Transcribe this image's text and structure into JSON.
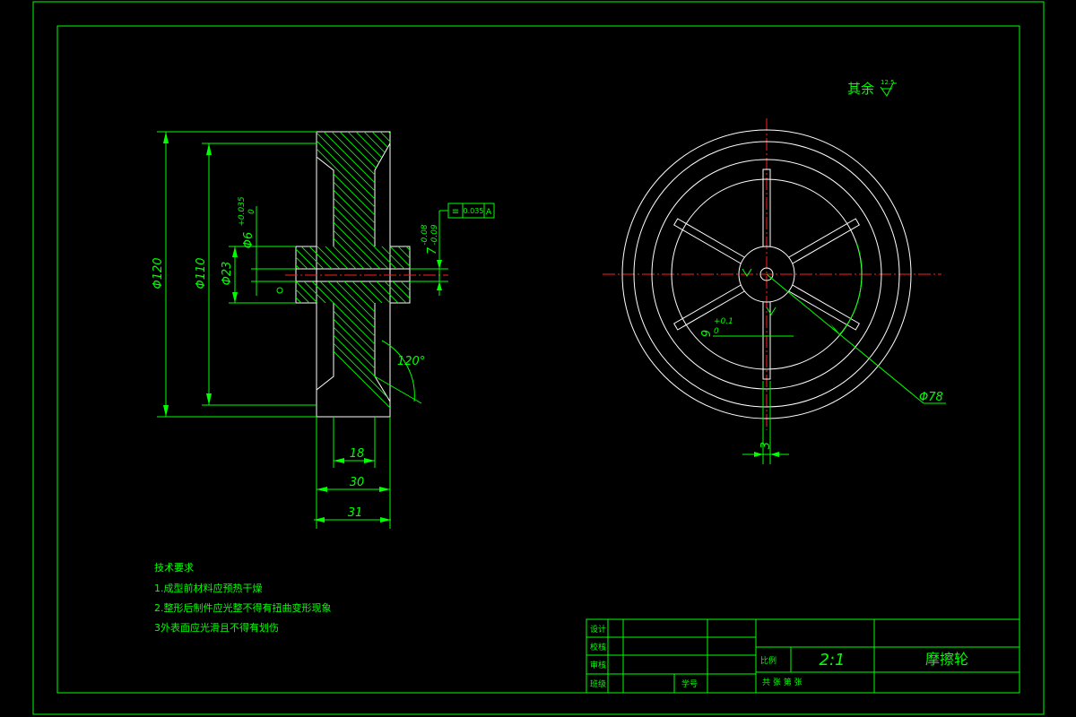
{
  "drawing_title": "摩擦轮",
  "scale": "2:1",
  "scale_label": "比例",
  "roughness_note": {
    "text": "其余",
    "value": "12.5"
  },
  "tech_requirements": {
    "heading": "技术要求",
    "items": [
      "1.成型前材料应预热干燥",
      "2.整形后制件应光整不得有扭曲变形现象",
      "3外表面应光滑且不得有划伤"
    ]
  },
  "title_block": {
    "rows": [
      "设计",
      "校核",
      "审核",
      "班级"
    ],
    "student_no_label": "学号",
    "sheet_text": "共  张  第  张"
  },
  "dimensions": {
    "d120": "Φ120",
    "d110": "Φ110",
    "d23": "Φ23",
    "d6": "Φ6",
    "d6_tol_upper": "+0.035",
    "d6_tol_lower": "0",
    "d78": "Φ78",
    "w18": "18",
    "w30": "30",
    "w31": "31",
    "w3": "3",
    "angle": "120°",
    "key_dim": "7",
    "key_tol_upper": "-0.08",
    "key_tol_lower": "-0.09",
    "bore_dim": "9",
    "bore_tol_upper": "+0.1",
    "bore_tol_lower": "0",
    "tolerance_frame": [
      "≡",
      "0.035",
      "A"
    ]
  }
}
